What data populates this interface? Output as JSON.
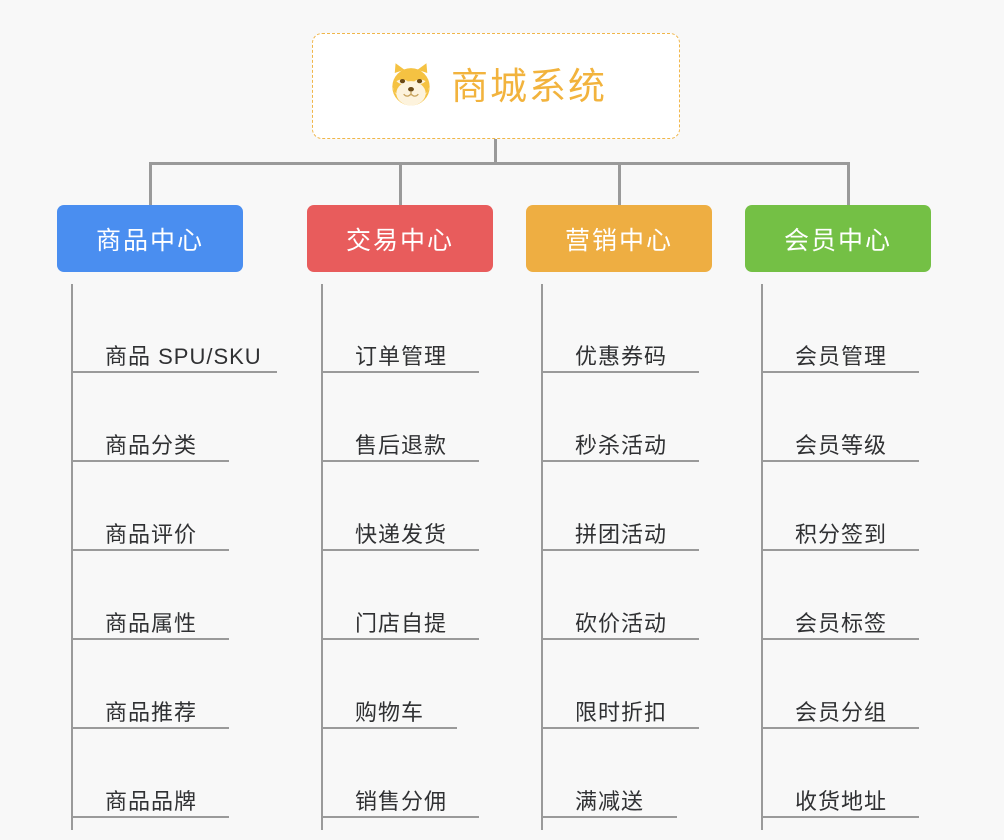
{
  "root": {
    "icon": "shiba-dog-face-icon",
    "title": "商城系统",
    "accent_color": "#f2b33d",
    "border_color": "#f0b64a",
    "background": "#ffffff"
  },
  "canvas": {
    "background_color": "#f8f8f8",
    "connector_color": "#9a9a9a",
    "text_color": "#303133"
  },
  "columns": [
    {
      "title": "商品中心",
      "color": "#4a8ef0",
      "items": [
        "商品 SPU/SKU",
        "商品分类",
        "商品评价",
        "商品属性",
        "商品推荐",
        "商品品牌"
      ]
    },
    {
      "title": "交易中心",
      "color": "#e85c5c",
      "items": [
        "订单管理",
        "售后退款",
        "快递发货",
        "门店自提",
        "购物车",
        "销售分佣"
      ]
    },
    {
      "title": "营销中心",
      "color": "#eeae42",
      "items": [
        "优惠券码",
        "秒杀活动",
        "拼团活动",
        "砍价活动",
        "限时折扣",
        "满减送"
      ]
    },
    {
      "title": "会员中心",
      "color": "#74c045",
      "items": [
        "会员管理",
        "会员等级",
        "积分签到",
        "会员标签",
        "会员分组",
        "收货地址"
      ]
    }
  ]
}
